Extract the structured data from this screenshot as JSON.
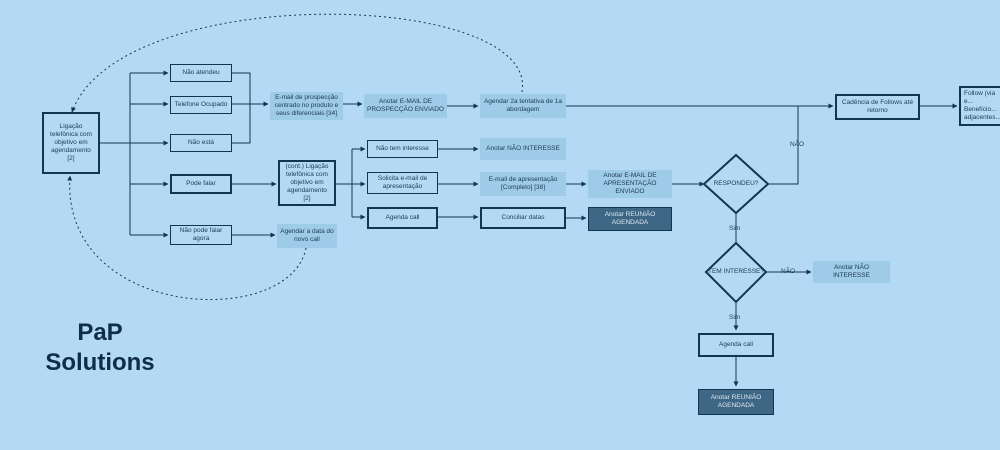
{
  "brand": {
    "line1": "PaP",
    "line2": "Solutions"
  },
  "nodes": {
    "start": "Ligação telefônica com objetivo em agendamento [2]",
    "nao_atendeu": "Não atendeu",
    "telefone_ocupado": "Telefone Ocupado",
    "nao_esta": "Não está",
    "pode_falar": "Pode falar",
    "nao_pode_falar": "Não pode falar agora",
    "email_prospeccao": "E-mail de prospecção centrado no produto e seus diferenciais [34]",
    "anotar_prospeccao": "Anotar E-MAIL DE PROSPECÇÃO ENVIADO",
    "agendar_2a": "Agendar 2a tentativa de 1a abordagem",
    "cont_ligacao": "(cont.) Ligação telefônica com objetivo em agendamento [2]",
    "agendar_data": "Agendar a data do novo call",
    "nao_tem_interesse": "Não tem interesse",
    "anotar_nao_interesse_1": "Anotar NÃO INTERESSE",
    "solicita_email": "Solicita e-mail de apresentação",
    "email_apresentacao": "E-mail de apresentação [Completo] [38]",
    "anotar_apresentacao": "Anotar E-MAIL DE APRESENTAÇÃO ENVIADO",
    "agenda_call_1": "Agenda call",
    "conciliar_datas": "Conciliar datas",
    "anotar_reuniao_1": "Anotar REUNIÃO AGENDADA",
    "respondeu": "RESPONDEU?",
    "cadencia": "Cadência de Follows até retorno",
    "follow": "Follow (via e... Benefício... adjacentes...",
    "tem_interesse": "TEM INTERESSE?",
    "anotar_nao_interesse_2": "Anotar NÃO INTERESSE",
    "agenda_call_2": "Agenda call",
    "anotar_reuniao_2": "Anotar REUNIÃO AGENDADA"
  },
  "edge_labels": {
    "nao_1": "NÃO",
    "sim_1": "Sim",
    "nao_2": "NÃO",
    "sim_2": "Sim"
  },
  "colors": {
    "background": "#b3d9f5",
    "stroke": "#123652",
    "dark_fill": "#3e6685",
    "shaded_fill": "#9ecbe8",
    "text": "#1d3a55"
  }
}
